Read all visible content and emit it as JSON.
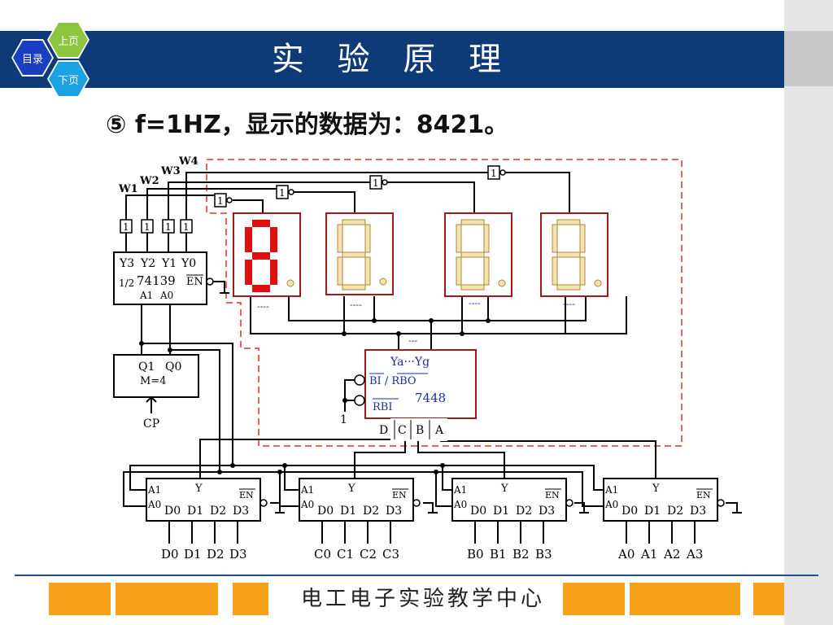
{
  "header": {
    "title": "实 验 原 理",
    "nav": {
      "toc": "目录",
      "prev": "上页",
      "next": "下页"
    }
  },
  "subtitle": "⑤ f=1HZ，显示的数据为：8421。",
  "diagram": {
    "counter": {
      "q1": "Q1",
      "q0": "Q0",
      "mod": "M=4",
      "clock": "CP"
    },
    "decoder": {
      "y3": "Y3",
      "y2": "Y2",
      "y1": "Y1",
      "y0": "Y0",
      "frac": "1/2",
      "chip": "74139",
      "a1": "A1",
      "a0": "A0",
      "en": "EN"
    },
    "select_lines": [
      "W1",
      "W2",
      "W3",
      "W4"
    ],
    "inverter_label": "1",
    "bcd_decoder": {
      "outputs": "Ya···Yg",
      "bi_rbo": "BI / RBO",
      "rbi": "RBI",
      "chip": "7448",
      "inputs": [
        "D",
        "C",
        "B",
        "A"
      ],
      "tie": "1",
      "bus": "---",
      "digit_bus": "----"
    },
    "muxes": [
      {
        "a1": "A1",
        "a0": "A0",
        "y": "Y",
        "en": "EN",
        "data": [
          "D0",
          "D1",
          "D2",
          "D3"
        ],
        "outputs": [
          "D0",
          "D1",
          "D2",
          "D3"
        ]
      },
      {
        "a1": "A1",
        "a0": "A0",
        "y": "Y",
        "en": "EN",
        "data": [
          "D0",
          "D1",
          "D2",
          "D3"
        ],
        "outputs": [
          "C0",
          "C1",
          "C2",
          "C3"
        ]
      },
      {
        "a1": "A1",
        "a0": "A0",
        "y": "Y",
        "en": "EN",
        "data": [
          "D0",
          "D1",
          "D2",
          "D3"
        ],
        "outputs": [
          "B0",
          "B1",
          "B2",
          "B3"
        ]
      },
      {
        "a1": "A1",
        "a0": "A0",
        "y": "Y",
        "en": "EN",
        "data": [
          "D0",
          "D1",
          "D2",
          "D3"
        ],
        "outputs": [
          "A0",
          "A1",
          "A2",
          "A3"
        ]
      }
    ],
    "colors": {
      "wire": "#000000",
      "display_border": "#a01818",
      "segment_on": "#e01010",
      "segment_off": "#f3e2b3",
      "chip_border": "#a01818",
      "dashed": "#e03030",
      "bcd_text": "#1a2ea0"
    }
  },
  "footer": {
    "text": "电工电子实验教学中心"
  }
}
